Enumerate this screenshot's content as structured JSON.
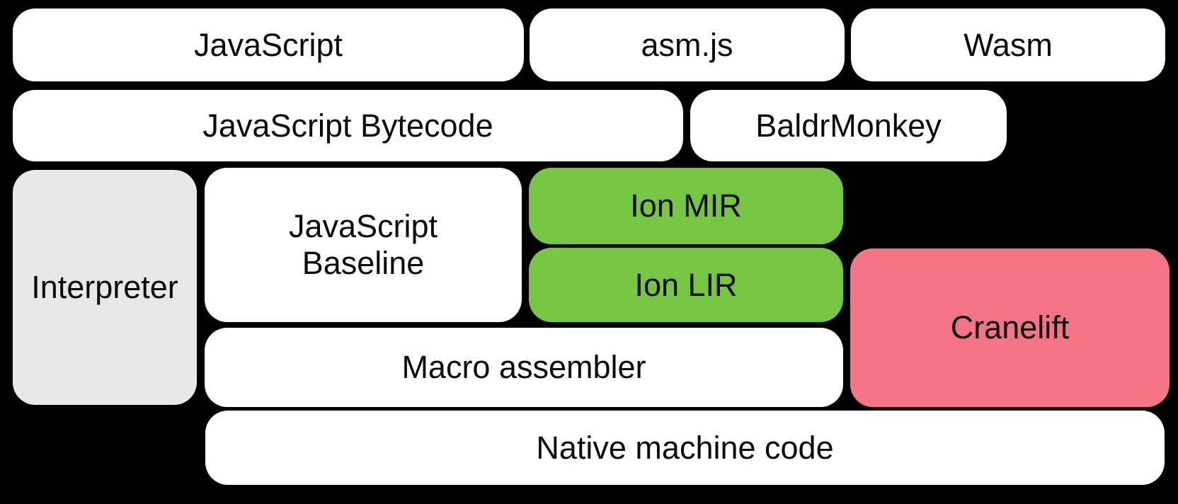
{
  "diagram": {
    "title": "SpiderMonkey compilation pipeline diagram",
    "boxes": {
      "javascript": {
        "label": "JavaScript"
      },
      "asmjs": {
        "label": "asm.js"
      },
      "wasm": {
        "label": "Wasm"
      },
      "javascript_bytecode": {
        "label": "JavaScript Bytecode"
      },
      "baldrmonkey": {
        "label": "BaldrMonkey"
      },
      "interpreter": {
        "label": "Interpreter"
      },
      "javascript_baseline": {
        "label": "JavaScript Baseline"
      },
      "ion_mir": {
        "label": "Ion MIR"
      },
      "ion_lir": {
        "label": "Ion LIR"
      },
      "cranelift": {
        "label": "Cranelift"
      },
      "macro_assembler": {
        "label": "Macro assembler"
      },
      "native_machine_code": {
        "label": "Native machine code"
      }
    },
    "colors": {
      "background": "#000000",
      "box_default": "#ffffff",
      "box_interpreter": "#e8e8e8",
      "box_ion": "#76c644",
      "box_cranelift": "#f57587",
      "text": "#0b0b0b"
    }
  }
}
